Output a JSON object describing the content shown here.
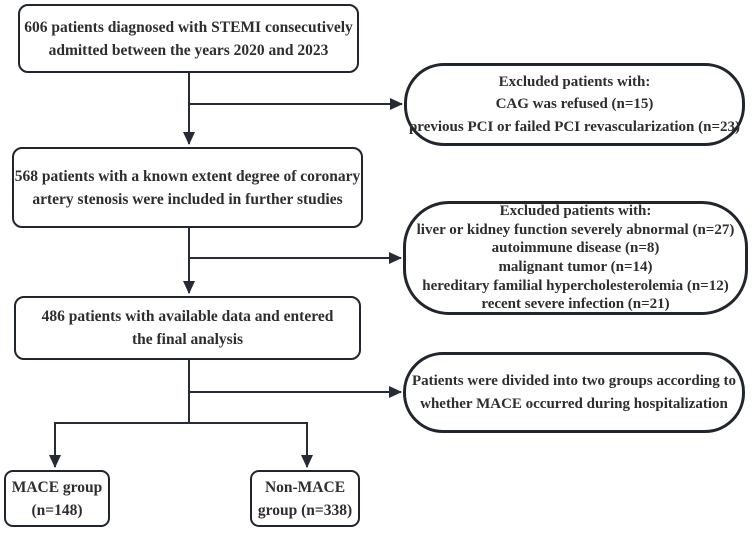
{
  "flowchart": {
    "box_606": {
      "lines": [
        "606 patients diagnosed with STEMI consecutively",
        "admitted between the years 2020 and 2023"
      ]
    },
    "excluded_1": {
      "lines": [
        "Excluded patients with:",
        "CAG was refused (n=15)",
        "previous PCI or failed PCI revascularization (n=23)"
      ]
    },
    "box_568": {
      "lines": [
        "568 patients with a known extent degree of coronary",
        "artery stenosis were included in further studies"
      ]
    },
    "excluded_2": {
      "lines": [
        "Excluded patients with:",
        "liver or kidney function severely abnormal (n=27)",
        "autoimmune disease (n=8)",
        "malignant tumor (n=14)",
        "hereditary familial hypercholesterolemia (n=12)",
        "recent severe infection (n=21)"
      ]
    },
    "box_486": {
      "lines": [
        "486 patients with available data and entered",
        "the final analysis"
      ]
    },
    "divided_note": {
      "lines": [
        "Patients were divided into two groups according to",
        "whether MACE occurred during hospitalization"
      ]
    },
    "mace_group": {
      "lines": [
        "MACE group",
        "(n=148)"
      ]
    },
    "non_mace_group": {
      "lines": [
        "Non-MACE",
        "group (n=338)"
      ]
    },
    "colors": {
      "border": "#20252e",
      "connector": "#262b36",
      "text": "#2e2e2e",
      "background": "#ffffff"
    }
  }
}
